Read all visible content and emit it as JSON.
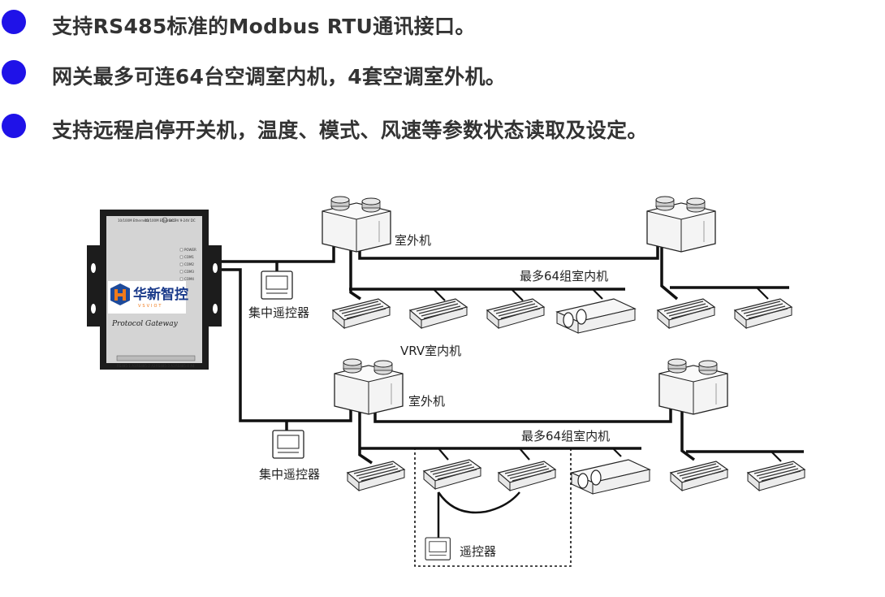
{
  "bullets": [
    "支持RS485标准的Modbus RTU通讯接口。",
    "网关最多可连64台空调室内机，4套空调室外机。",
    "支持远程启停开关机，温度、模式、风速等参数状态读取及设定。"
  ],
  "colors": {
    "bullet": "#1f12e8",
    "text": "#333333",
    "line": "#111111"
  },
  "gateway": {
    "logo_cn": "华新智控",
    "logo_en": "VSVIOT",
    "label": "Protocol Gateway",
    "port_labels": [
      "10/100M Ethernet1",
      "10/100M Ethernet2",
      "DC 9V 9-24V DC"
    ],
    "led_labels": [
      "POWER",
      "COM1",
      "COM2",
      "COM3",
      "COM4"
    ],
    "bottom_labels": [
      "RS485-1 A1",
      "RS485-2 A2",
      "RS485-3 A3",
      "RS485-4 A4"
    ]
  },
  "diagram": {
    "outdoor_label": "室外机",
    "indoor_label": "最多64组室内机",
    "vrv_label": "VRV室内机",
    "central_controller_label": "集中遥控器",
    "remote_label": "遥控器"
  }
}
